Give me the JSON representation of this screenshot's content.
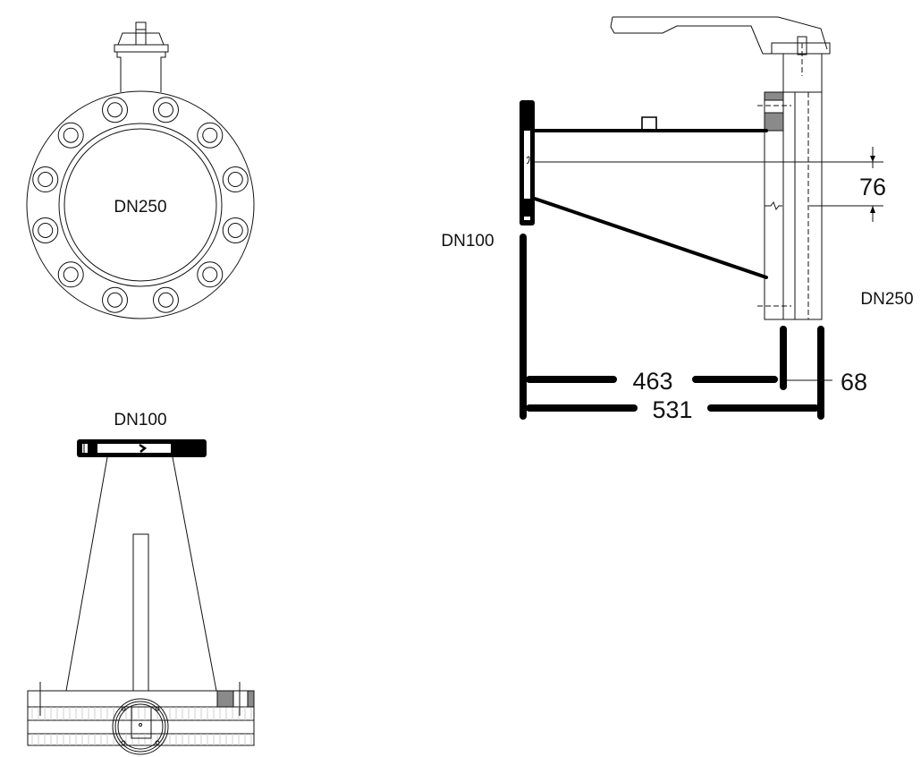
{
  "front_view": {
    "bore_label": "DN250"
  },
  "side_view": {
    "inlet_label": "DN100",
    "outlet_label": "DN250",
    "dimensions": {
      "offset": "76",
      "length_body": "463",
      "flange_width": "68",
      "overall_length": "531"
    }
  },
  "top_view": {
    "inlet_label": "DN100"
  },
  "colors": {
    "line": "#000000",
    "hatch": "#8a8a8a",
    "background": "#ffffff"
  }
}
